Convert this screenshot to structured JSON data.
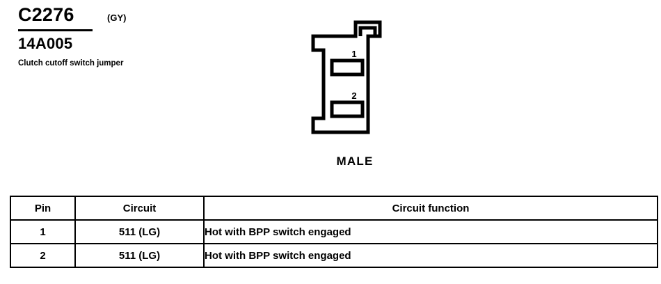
{
  "header": {
    "connector_id": "C2276",
    "connector_color": "(GY)",
    "part_number": "14A005",
    "description": "Clutch cutoff switch jumper"
  },
  "connector_figure": {
    "gender_label": "MALE",
    "pins": [
      {
        "number": "1"
      },
      {
        "number": "2"
      }
    ]
  },
  "pinout_table": {
    "columns": [
      "Pin",
      "Circuit",
      "Circuit function"
    ],
    "rows": [
      {
        "pin": "1",
        "circuit": "511 (LG)",
        "function": "Hot with BPP switch engaged"
      },
      {
        "pin": "2",
        "circuit": "511 (LG)",
        "function": "Hot with BPP switch engaged"
      }
    ]
  },
  "colors": {
    "ink": "#000000",
    "background": "#ffffff"
  }
}
